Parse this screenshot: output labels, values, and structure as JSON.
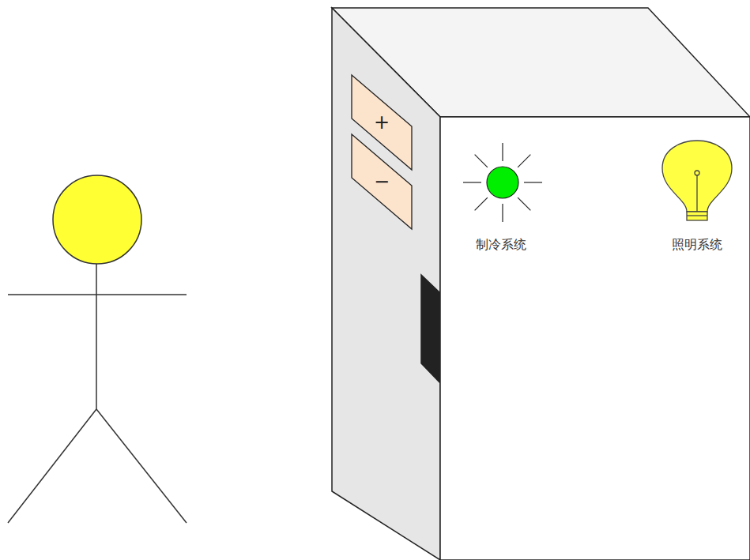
{
  "diagram": {
    "nodes": [
      {
        "text": [
          "+"
        ]
      },
      {
        "text": [
          "−"
        ]
      }
    ],
    "labels": [
      "制冷系统",
      "照明系统"
    ]
  }
}
